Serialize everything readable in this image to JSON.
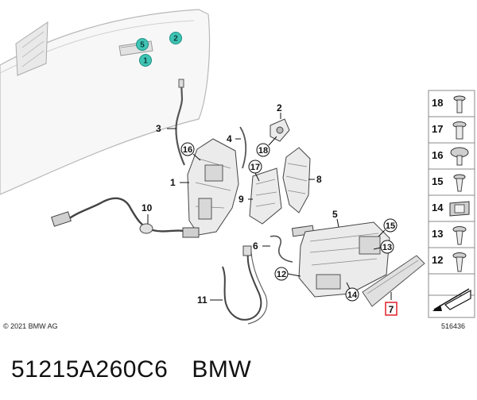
{
  "copyright": "© 2021 BMW AG",
  "diagram_number": "516436",
  "part_number": "51215A260C6",
  "brand": "BMW",
  "door_callouts": [
    "5",
    "2",
    "1"
  ],
  "part_labels": {
    "p1": "1",
    "p2": "2",
    "p3": "3",
    "p4": "4",
    "p5": "5",
    "p6": "6",
    "p7": "7",
    "p8": "8",
    "p9": "9",
    "p10": "10",
    "p11": "11",
    "p12": "12",
    "p13": "13",
    "p14": "14",
    "p15": "15",
    "p16": "16",
    "p17": "17",
    "p18": "18"
  },
  "fastener_panel": [
    "18",
    "17",
    "16",
    "15",
    "14",
    "13",
    "12"
  ],
  "colors": {
    "teal_callout": "#3fc4b4",
    "highlight_box": "#e0202a"
  }
}
